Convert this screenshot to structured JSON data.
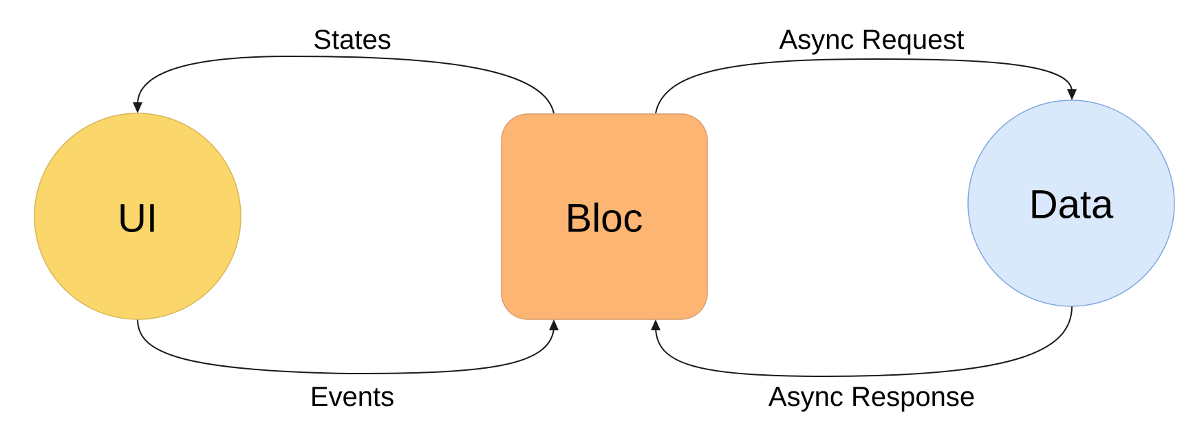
{
  "nodes": {
    "ui": {
      "label": "UI",
      "fill": "#FBD66A",
      "stroke": "#D6B656"
    },
    "bloc": {
      "label": "Bloc",
      "fill": "#FDB574",
      "stroke": "#D79B6A"
    },
    "data": {
      "label": "Data",
      "fill": "#DAE8FC",
      "stroke": "#7EA6E0"
    }
  },
  "edges": {
    "states": {
      "label": "States",
      "from": "Bloc",
      "to": "UI"
    },
    "events": {
      "label": "Events",
      "from": "UI",
      "to": "Bloc"
    },
    "async_request": {
      "label": "Async Request",
      "from": "Bloc",
      "to": "Data"
    },
    "async_response": {
      "label": "Async Response",
      "from": "Data",
      "to": "Bloc"
    }
  },
  "colors": {
    "edge": "#1A1A1A",
    "background": "#FFFFFF"
  }
}
